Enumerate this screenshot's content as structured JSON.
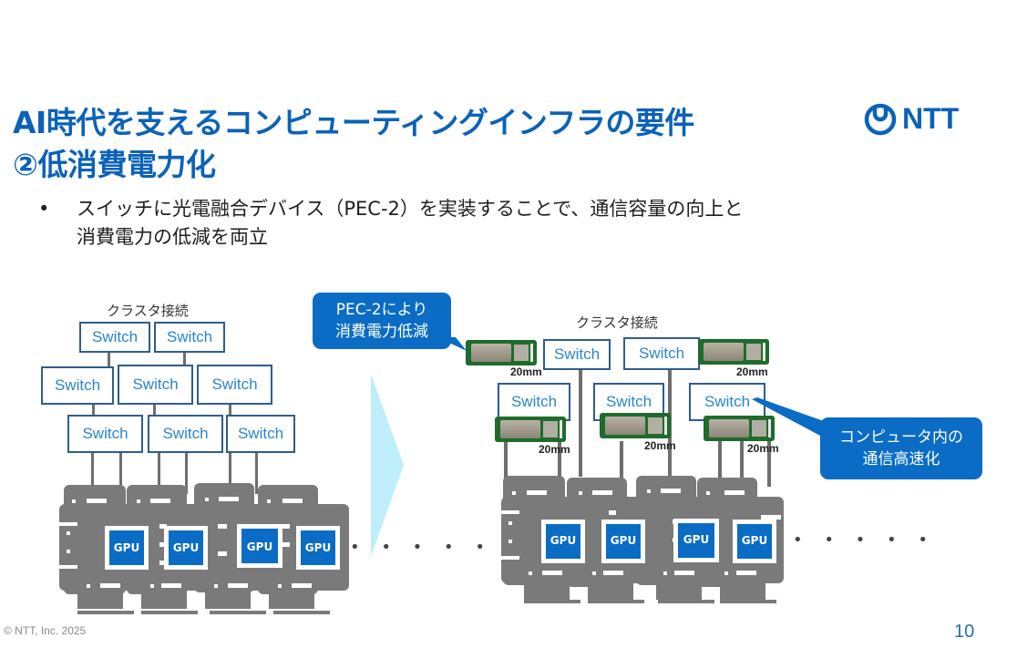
{
  "slide": {
    "title_line1": "AI時代を支えるコンピューティングインフラの要件",
    "title_line2": "②低消費電力化",
    "logo_text": "NTT",
    "bullets": [
      {
        "line1": "スイッチに光電融合デバイス（PEC-2）を実装することで、通信容量の向上と",
        "line2": "消費電力の低減を両立"
      }
    ],
    "footer": "© NTT, Inc.  2025",
    "page_number": "10"
  },
  "diagram_left": {
    "cluster_label": "クラスタ接続",
    "switch_label": "Switch",
    "gpu_label": "GPU",
    "ellipsis": "• • • • •"
  },
  "diagram_right": {
    "cluster_label": "クラスタ接続",
    "switch_label": "Switch",
    "gpu_label": "GPU",
    "pec_size_label": "20mm",
    "ellipsis": "• • • • •",
    "callout_pec": {
      "line1": "PEC-2により",
      "line2": "消費電力低減"
    },
    "callout_internal": {
      "line1": "コンピュータ内の",
      "line2": "通信高速化"
    }
  },
  "colors": {
    "brand_blue": "#0b62b8",
    "callout_blue": "#0a6cc4",
    "gpu_blue": "#0a6cc4",
    "server_gray": "#7a7a7a",
    "arrow_cyan": "#bfeefb",
    "pec_green": "#1f6b2c"
  }
}
